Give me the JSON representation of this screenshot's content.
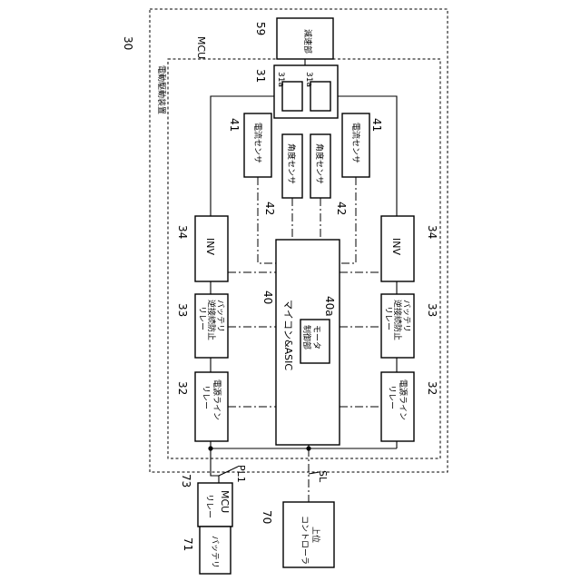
{
  "labels": {
    "mcu_title": "MCU",
    "drive_title": "電動駆動装置",
    "reducer": "減速部",
    "current_sensor": "電流センサ",
    "angle_sensor": "角度センサ",
    "inv": "INV",
    "batt_relay_l1": "バッテリ",
    "batt_relay_l2": "逆接続防止",
    "batt_relay_l3": "リレー",
    "power_relay_l1": "電源ライン",
    "power_relay_l2": "リレー",
    "asic": "マイコン&ASIC",
    "motor_ctrl_l1": "モータ",
    "motor_ctrl_l2": "制御部",
    "mcu_relay_l1": "MCU",
    "mcu_relay_l2": "リレー",
    "battery": "バッテリ",
    "host_l1": "上位",
    "host_l2": "コントローラ",
    "pl1": "PL1",
    "sl": "SL"
  },
  "refs": {
    "r30": "30",
    "r59": "59",
    "r31": "31",
    "r31a": "31a",
    "r41": "41",
    "r42": "42",
    "r34": "34",
    "r40": "40",
    "r40a": "40a",
    "r33": "33",
    "r32": "32",
    "r73": "73",
    "r70": "70",
    "r71": "71"
  }
}
